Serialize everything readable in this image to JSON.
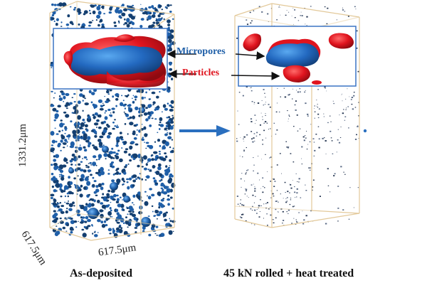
{
  "figure": {
    "left_panel": {
      "caption": "As-deposited",
      "dimensions": {
        "height": "1331.2μm",
        "depth": "617.5μm",
        "width": "617.5μm"
      },
      "pore_color": "#1f5fa8",
      "density": "dense, large micropores"
    },
    "right_panel": {
      "caption": "45 kN rolled + heat treated",
      "pore_color": "#2a3a55",
      "density": "sparse, fine micropores"
    },
    "callouts": {
      "micropores": {
        "label": "Micropores",
        "color": "#1f5fa8"
      },
      "particles": {
        "label": "Particles",
        "color": "#e0141e"
      }
    },
    "transition_arrow": {
      "color": "#2a6fbf",
      "direction": "right"
    },
    "box_edge_color": "#e3c99a",
    "inset_border_color": "#3a73c4"
  }
}
